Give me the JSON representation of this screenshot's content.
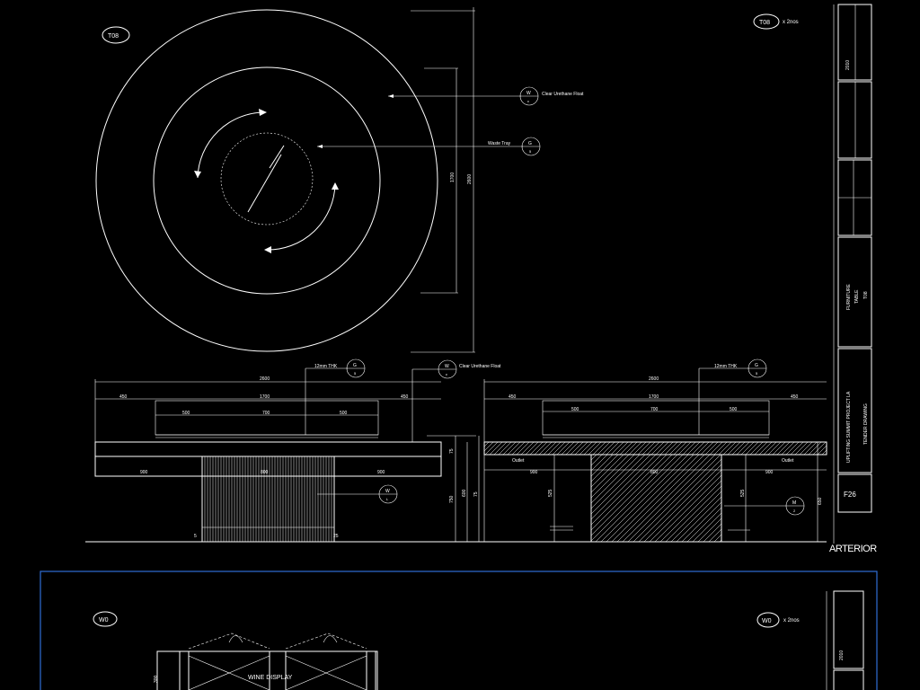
{
  "sheet_top": {
    "tag_left": "T08",
    "tag_right": "T08",
    "qty_text": "x 2nos",
    "plan_callouts": {
      "clear_top_label": "Clear Urethane Float",
      "clear_top_tag": "W",
      "clear_top_sub": "c",
      "lazy_susan_label": "Waste Tray",
      "lazy_susan_tag": "G",
      "lazy_susan_sub": "5"
    },
    "plan_dims": {
      "inner": "1700",
      "outer": "2600"
    },
    "elev1": {
      "overall": "2600",
      "left": "450",
      "mid": "1700",
      "right": "450",
      "sub_left": "500",
      "sub_mid": "700",
      "sub_right": "500",
      "base_left": "900",
      "base_mid": "800",
      "base_right": "900",
      "glass_label": "12mm THK",
      "glass_tag": "G",
      "glass_sub": "5",
      "clear_label": "Clear Urethane Float",
      "clear_tag": "W",
      "clear_sub": "c",
      "base_tag": "W",
      "base_sub": "L",
      "h1": "750",
      "h2": "600",
      "h3": "75",
      "h4": "75",
      "leg_note": "5",
      "leg_note2": "25"
    },
    "elev2": {
      "overall": "2600",
      "left": "450",
      "mid": "1700",
      "right": "450",
      "sub_left": "500",
      "sub_mid": "700",
      "sub_right": "500",
      "base_left": "900",
      "base_mid": "800",
      "base_right": "900",
      "glass_label": "12mm THK",
      "glass_tag": "G",
      "glass_sub": "5",
      "outlet_left": "Outlet",
      "outlet_right": "Outlet",
      "base_tag": "M",
      "base_sub": "2",
      "h1": "525",
      "h2": "525",
      "h3": "650"
    },
    "title_block": {
      "rev": "2010",
      "cells": [
        "FURNITURE",
        "TABLE",
        "T08"
      ],
      "project": "UPLIFTING SUMMIT PROJECT LA",
      "drawing_type": "TENDER DRAWING",
      "sheet_no": "F26",
      "logo": "ARTERIOR"
    }
  },
  "sheet_bottom": {
    "tag_left": "W0",
    "tag_right": "W0",
    "qty_text": "x 2nos",
    "cabinet_label": "WINE DISPLAY",
    "dim": "300",
    "rev": "2010"
  }
}
